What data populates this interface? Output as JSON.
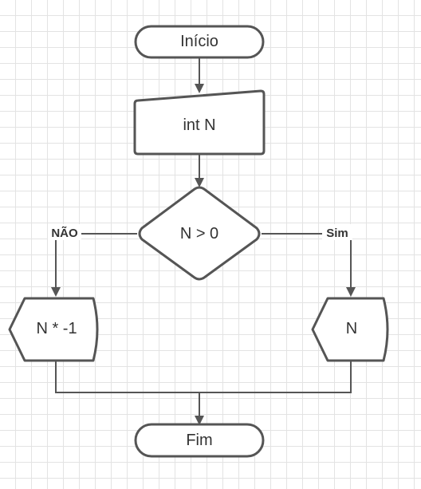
{
  "flowchart": {
    "start": "Início",
    "input": "int N",
    "decision": "N > 0",
    "no_label": "NÃO",
    "yes_label": "Sim",
    "no_branch": "N * -1",
    "yes_branch": "N",
    "end": "Fim"
  },
  "colors": {
    "stroke": "#555555",
    "fill": "#ffffff",
    "text": "#333333",
    "grid": "#e3e3e3"
  }
}
